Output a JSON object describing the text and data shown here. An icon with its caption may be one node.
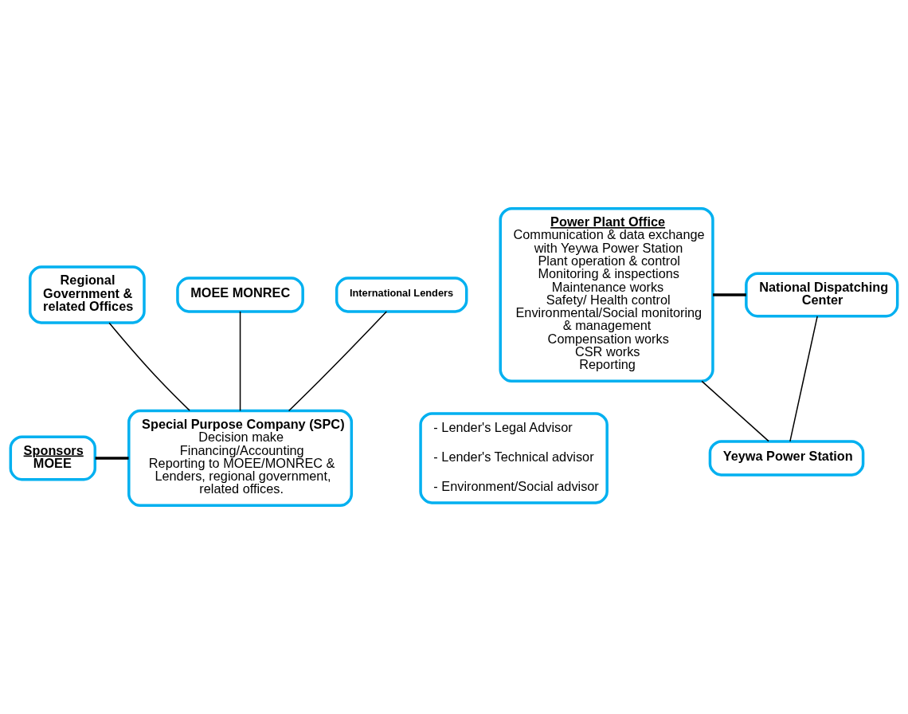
{
  "diagram": {
    "nodes": [
      {
        "text": [
          "Regional Government & related Offices"
        ]
      },
      {
        "text": [
          "MOEE MONREC"
        ]
      },
      {
        "text": [
          "International Lenders"
        ]
      },
      {
        "text": [
          "- Lender's Legal Advisor",
          "- Lender's Technical advisor",
          "- Environment/Social advisor"
        ]
      },
      {
        "text": [
          "Sponsors",
          "MOEE"
        ]
      },
      {
        "text": [
          "Special Purpose Company (SPC)",
          "Decision make",
          "Financing/Accounting",
          "Reporting to MOEE/MONREC & Lenders, regional government, related offices."
        ]
      },
      {
        "text": [
          "Power Plant Office",
          "Communication & data exchange with Yeywa Power Station",
          "Plant operation & control",
          "Monitoring & inspections",
          "Maintenance works",
          "Safety/ Health control",
          "Environmental/Social monitoring & management",
          "Compensation works",
          "CSR works",
          "Reporting"
        ]
      },
      {
        "text": [
          "National Dispatching Center"
        ]
      },
      {
        "text": [
          "Yeywa Power Station"
        ]
      }
    ],
    "edges": [
      {
        "from": 0,
        "to": 5,
        "arrow": "none"
      },
      {
        "from": 1,
        "to": 5,
        "arrow": "none"
      },
      {
        "from": 2,
        "to": 5,
        "arrow": "none"
      },
      {
        "from": 4,
        "to": 5,
        "arrow": "none",
        "style": "thick"
      },
      {
        "from": 6,
        "to": 7,
        "arrow": "none",
        "style": "thick"
      },
      {
        "from": 6,
        "to": 8,
        "arrow": "none"
      },
      {
        "from": 7,
        "to": 8,
        "arrow": "none"
      }
    ]
  }
}
